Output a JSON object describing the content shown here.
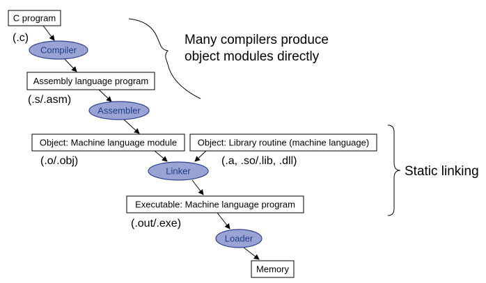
{
  "colors": {
    "ellipse_fill": "#9aa4d4",
    "ellipse_stroke": "#2f3f8f",
    "ellipse_text": "#1f3c88",
    "box_stroke": "#000000",
    "arrow": "#000000"
  },
  "boxes": {
    "c_program": "C program",
    "assembly_program": "Assembly language program",
    "object_module": "Object: Machine language module",
    "library_routine": "Object: Library routine (machine language)",
    "executable": "Executable: Machine language program",
    "memory": "Memory"
  },
  "tools": {
    "compiler": "Compiler",
    "assembler": "Assembler",
    "linker": "Linker",
    "loader": "Loader"
  },
  "extensions": {
    "c": "(.c)",
    "asm": "(.s/.asm)",
    "obj": "(.o/.obj)",
    "lib": "(.a, .so/.lib, .dll)",
    "exe": "(.out/.exe)"
  },
  "notes": {
    "compilers_line1": "Many compilers produce",
    "compilers_line2": "object modules directly",
    "static_linking": "Static linking"
  }
}
